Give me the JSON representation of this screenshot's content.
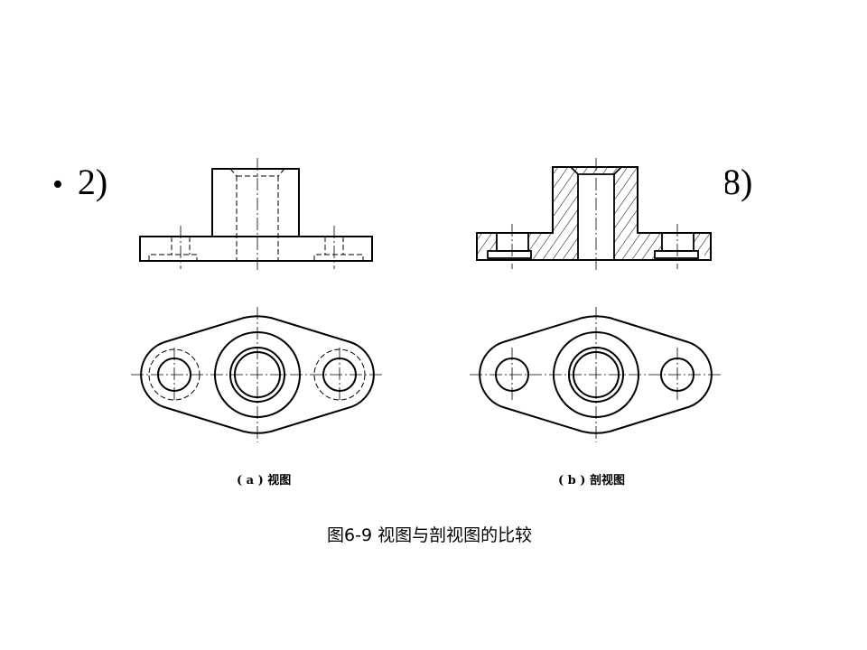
{
  "slide": {
    "bullet_text_visible_start": "2)",
    "bullet_text_visible_end": "8)"
  },
  "figure": {
    "caption_a": "( a ) 视图",
    "caption_b": "( b ) 剖视图",
    "main_caption": "图6-9  视图与剖视图的比较"
  }
}
